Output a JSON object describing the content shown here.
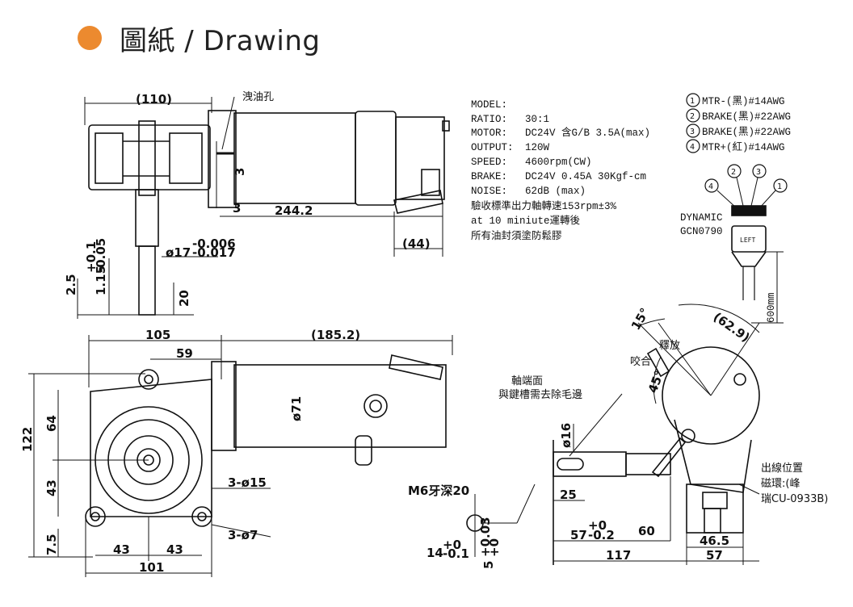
{
  "header": {
    "title": "圖紙 / Drawing",
    "bullet_color": "#ec8a2f"
  },
  "specs": {
    "model_label": "MODEL:",
    "ratio_label": "RATIO:",
    "ratio_value": "30:1",
    "motor_label": "MOTOR:",
    "motor_value": "DC24V  含G/B 3.5A(max)",
    "output_label": "OUTPUT:",
    "output_value": "120W",
    "speed_label": "SPEED:",
    "speed_value": "4600rpm(CW)",
    "brake_label": "BRAKE:",
    "brake_value": "DC24V 0.45A 30Kgf-cm",
    "noise_label": "NOISE:",
    "noise_value": "62dB (max)",
    "note1": "驗收標準出力軸轉速153rpm±3%",
    "note2": "at 10 miniute運轉後",
    "note3": "所有油封須塗防鬆膠"
  },
  "wiring": {
    "w1": "MTR-(黑)#14AWG",
    "w2": "BRAKE(黑)#22AWG",
    "w3": "BRAKE(黑)#22AWG",
    "w4": "MTR+(紅)#14AWG",
    "n1": "1",
    "n2": "2",
    "n3": "3",
    "n4": "4",
    "connector1": "DYNAMIC",
    "connector2": "GCN0790",
    "cable_length": "600mm",
    "left_mark": "LEFT"
  },
  "labels": {
    "drain_hole": "洩油孔",
    "shaft_end_1": "軸端面",
    "shaft_end_2": "與鍵槽需去除毛邊",
    "release": "釋放",
    "engage": "咬合",
    "exit_1": "出線位置",
    "exit_2": "磁環:(峰",
    "exit_3": "瑞CU-0933B)",
    "thread": "M6牙深20"
  },
  "dims": {
    "d110": "(110)",
    "d3a": "3",
    "d3b": "3",
    "d2442": "244.2",
    "d44": "(44)",
    "d17": "ø17",
    "d17tol_up": "-0.006",
    "d17tol_dn": "-0.017",
    "d25": "2.5",
    "d115": "1.15",
    "d115tol_up": "+0.1",
    "d115tol_dn": "-0.05",
    "d20": "20",
    "d105": "105",
    "d1852": "(185.2)",
    "d59": "59",
    "d71": "ø71",
    "d122": "122",
    "d64": "64",
    "d43v": "43",
    "d75": "7.5",
    "d315": "3-ø15",
    "d37": "3-ø7",
    "d43a": "43",
    "d43b": "43",
    "d101": "101",
    "d16": "ø16",
    "d25b": "25",
    "d57": "57",
    "d57tol_up": "+0",
    "d57tol_dn": "-0.2",
    "d60": "60",
    "d465": "46.5",
    "d57b": "57",
    "d117": "117",
    "d14": "14",
    "d14tol_up": "+0",
    "d14tol_dn": "-0.1",
    "d5": "5",
    "d5tol_up": "+0.03",
    "d5tol_dn": "+0",
    "d15deg": "15°",
    "d45deg": "45°",
    "d629": "(62.9)"
  }
}
